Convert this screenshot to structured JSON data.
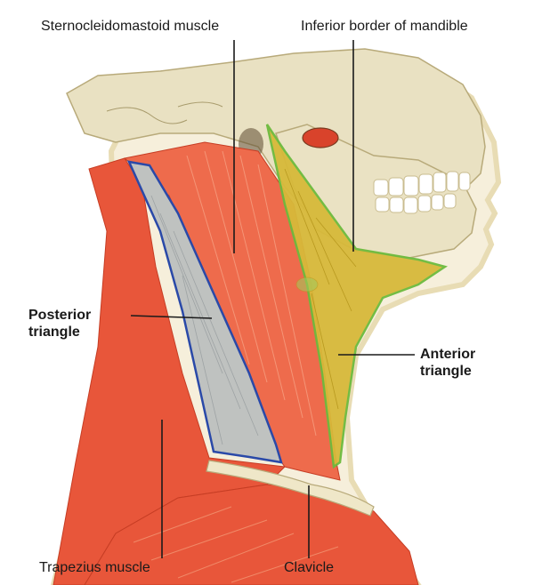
{
  "labels": {
    "scm": "Sternocleidomastoid muscle",
    "mandible": "Inferior border of mandible",
    "posterior": [
      "Posterior",
      "triangle"
    ],
    "anterior": [
      "Anterior",
      "triangle"
    ],
    "trapezius": "Trapezius muscle",
    "clavicle": "Clavicle"
  },
  "colors": {
    "muscle_red": "#e8563a",
    "muscle_light": "#f39a77",
    "bone": "#e9e1c2",
    "bone_shadow": "#c9bc8f",
    "teeth": "#ffffff",
    "anterior_fill": "#d7b93a",
    "anterior_outline": "#6dbb3d",
    "posterior_fill": "#bfc2c0",
    "posterior_outline": "#2a49a8",
    "skin_outline": "#e8dcb4",
    "leader_line": "#1a1a1a"
  }
}
